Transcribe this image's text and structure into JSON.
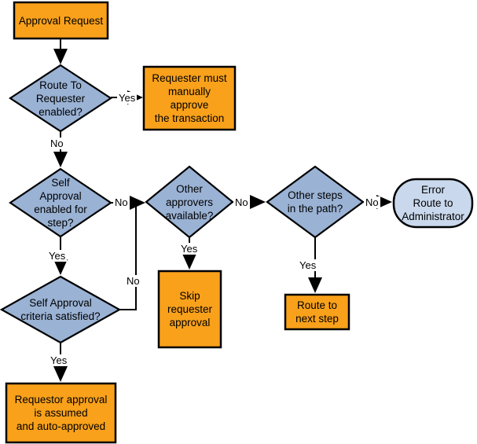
{
  "diagram": {
    "title": "Approval Request flowchart",
    "colors": {
      "process_fill": "#F9A11B",
      "decision_fill": "#9AB2D4",
      "terminator_fill": "#C9D8EC",
      "line": "#000000",
      "background": "#FFFFFF"
    },
    "nodes": {
      "approval_request": "Approval Request",
      "route_to_requester": "Route To\nRequester\nenabled?",
      "requester_manual": "Requester must\nmanually\napprove\nthe transaction",
      "self_approval_enabled": "Self\nApproval\nenabled for\nstep?",
      "other_approvers": "Other\napprovers\navailable?",
      "other_steps": "Other steps\nin the path?",
      "error_route_admin": "Error\nRoute to\nAdministrator",
      "skip_requester": "Skip\nrequester\napproval",
      "route_next_step": "Route to\nnext step",
      "self_approval_criteria": "Self Approval\ncriteria satisfied?",
      "requestor_auto_approved": "Requestor approval\nis assumed\nand auto-approved"
    },
    "edge_labels": {
      "route_to_requester_yes": "Yes",
      "route_to_requester_no": "No",
      "self_approval_enabled_no": "No",
      "self_approval_enabled_yes": "Yes",
      "other_approvers_no": "No",
      "other_approvers_yes": "Yes",
      "other_steps_no": "No",
      "other_steps_yes": "Yes",
      "self_approval_criteria_no": "No",
      "self_approval_criteria_yes": "Yes"
    }
  }
}
